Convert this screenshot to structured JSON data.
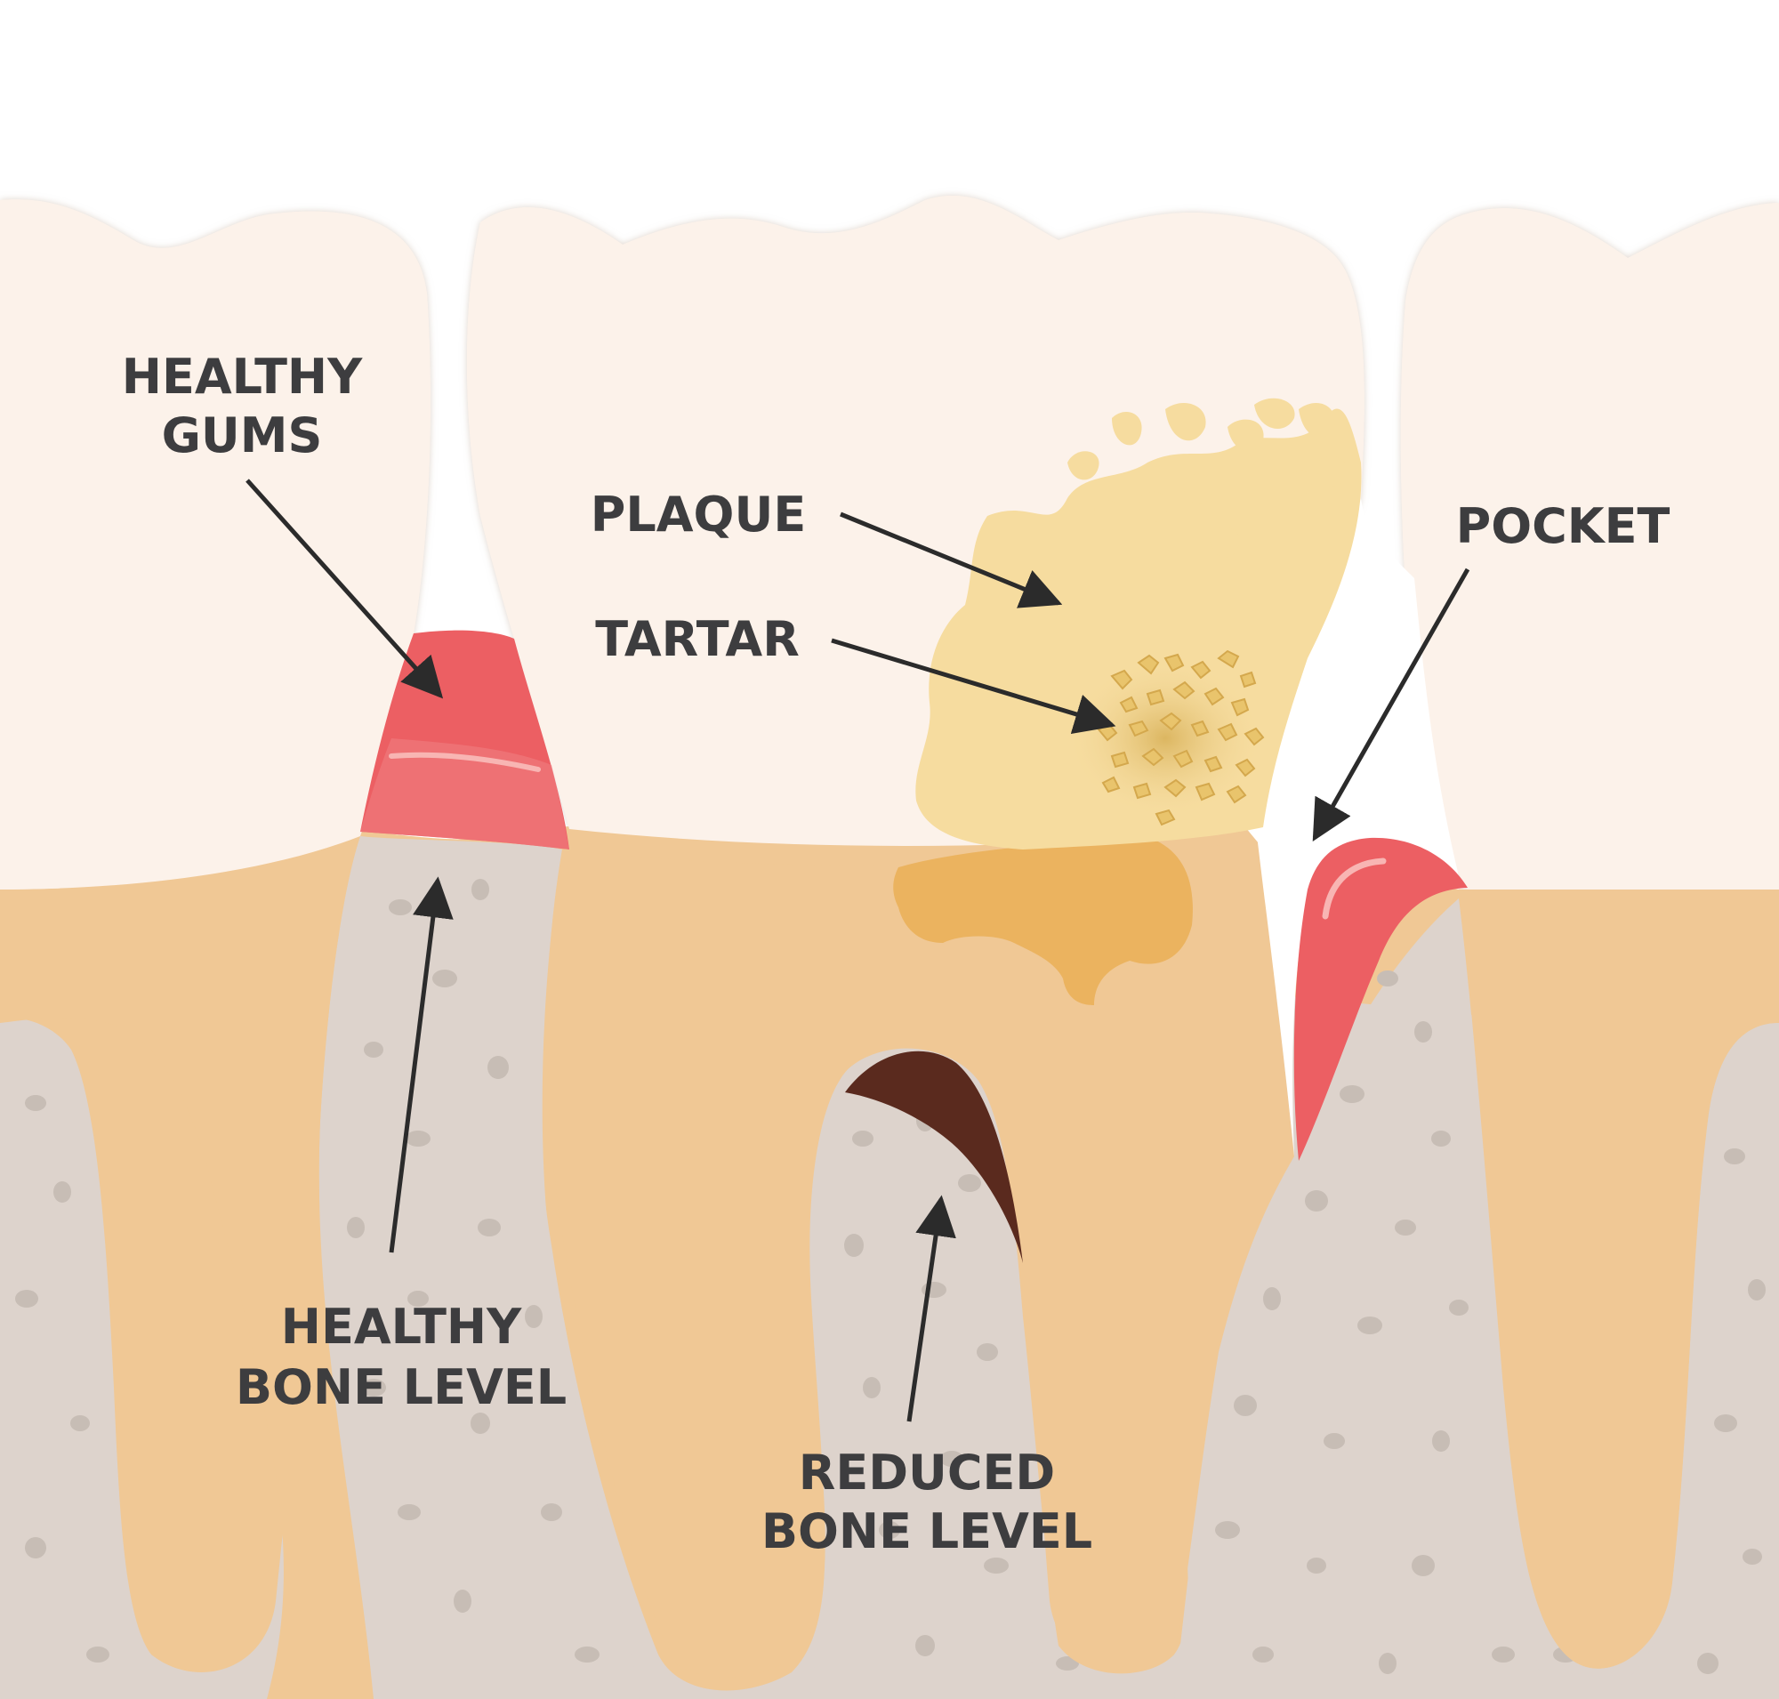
{
  "labels": {
    "healthy_gums": [
      "HEALTHY",
      "GUMS"
    ],
    "plaque": "PLAQUE",
    "tartar": "TARTAR",
    "pocket": "POCKET",
    "healthy_bone": [
      "HEALTHY",
      "BONE LEVEL"
    ],
    "reduced_bone": [
      "REDUCED",
      "BONE LEVEL"
    ]
  },
  "colors": {
    "background": "#ffffff",
    "enamel": "#fcf2ea",
    "root": "#f0c895",
    "bone": "#ddd3cc",
    "bone_spots": "#c7bdb5",
    "gum": "#ec5f63",
    "plaque": "#f6dc9f",
    "tartar": "#e9c46c",
    "stain": "#ebb35f",
    "dark_lesion": "#5a2a1e",
    "text": "#3d3d3f",
    "arrow": "#2b2b2b"
  }
}
